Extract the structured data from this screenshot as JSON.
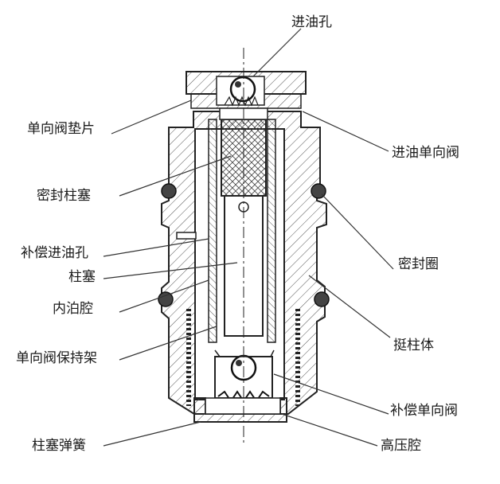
{
  "labels": {
    "oil_inlet_hole": "进油孔",
    "check_valve_gasket": "单向阀垫片",
    "inlet_check_valve": "进油单向阀",
    "sealed_plunger": "密封柱塞",
    "seal_ring": "密封圈",
    "compensation_inlet_hole": "补偿进油孔",
    "plunger": "柱塞",
    "inner_cavity": "内泊腔",
    "tappet_body": "挺柱体",
    "check_valve_retainer": "单向阀保持架",
    "compensation_check_valve": "补偿单向阀",
    "plunger_spring": "柱塞弹簧",
    "high_pressure_chamber": "高压腔"
  },
  "colors": {
    "line": "#222222",
    "hatch": "#555555",
    "background": "#ffffff"
  }
}
